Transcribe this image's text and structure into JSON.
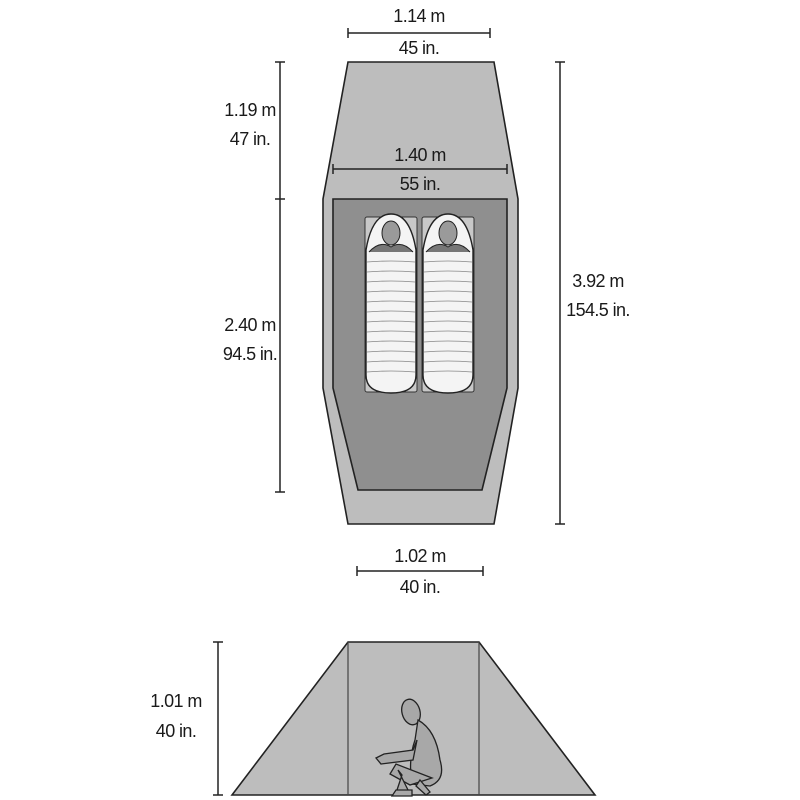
{
  "dimensions": {
    "top_width": {
      "metric": "1.14 m",
      "imperial": "45 in."
    },
    "vestibule_length": {
      "metric": "1.19 m",
      "imperial": "47 in."
    },
    "max_width": {
      "metric": "1.40 m",
      "imperial": "55 in."
    },
    "floor_length": {
      "metric": "2.40 m",
      "imperial": "94.5 in."
    },
    "total_length": {
      "metric": "3.92 m",
      "imperial": "154.5 in."
    },
    "bottom_width": {
      "metric": "1.02 m",
      "imperial": "40 in."
    },
    "peak_height": {
      "metric": "1.01 m",
      "imperial": "40 in."
    }
  },
  "colors": {
    "fly": "#bdbdbd",
    "floor": "#8f8f8f",
    "pad": "#c8c8c8",
    "bag": "#f4f4f4",
    "outline": "#222222"
  }
}
